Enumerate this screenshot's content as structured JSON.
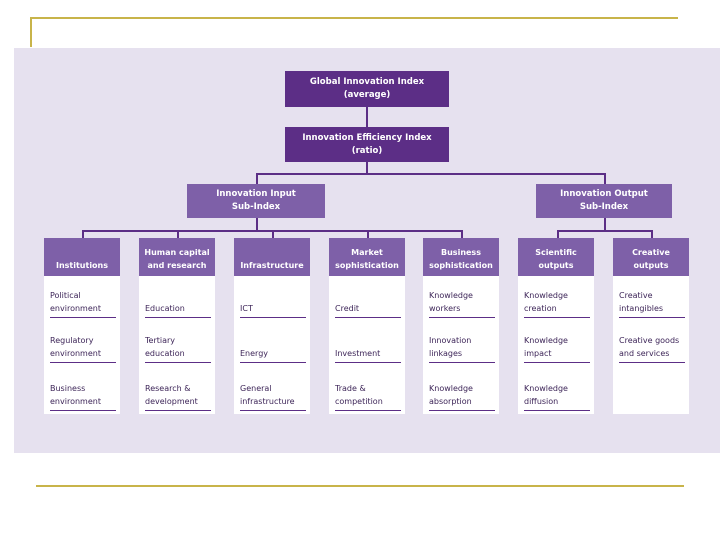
{
  "title_box": {
    "line1": "Global Innovation Index",
    "line2": "(average)"
  },
  "efficiency_box": {
    "line1": "Innovation Efficiency Index",
    "line2": "(ratio)"
  },
  "input_box": {
    "line1": "Innovation Input",
    "line2": "Sub-Index"
  },
  "output_box": {
    "line1": "Innovation Output",
    "line2": "Sub-Index"
  },
  "pillars": [
    {
      "line1": "",
      "line2": "Institutions",
      "items": [
        [
          "Political",
          "environment"
        ],
        [
          "Regulatory",
          "environment"
        ],
        [
          "Business",
          "environment"
        ]
      ]
    },
    {
      "line1": "Human capital",
      "line2": "and research",
      "items": [
        [
          "",
          "Education"
        ],
        [
          "Tertiary",
          "education"
        ],
        [
          "Research &",
          "development"
        ]
      ]
    },
    {
      "line1": "",
      "line2": "Infrastructure",
      "items": [
        [
          "",
          "ICT"
        ],
        [
          "",
          "Energy"
        ],
        [
          "General",
          "infrastructure"
        ]
      ]
    },
    {
      "line1": "Market",
      "line2": "sophistication",
      "items": [
        [
          "",
          "Credit"
        ],
        [
          "",
          "Investment"
        ],
        [
          "Trade &",
          "competition"
        ]
      ]
    },
    {
      "line1": "Business",
      "line2": "sophistication",
      "items": [
        [
          "Knowledge",
          "workers"
        ],
        [
          "Innovation",
          "linkages"
        ],
        [
          "Knowledge",
          "absorption"
        ]
      ]
    },
    {
      "line1": "Scientific",
      "line2": "outputs",
      "items": [
        [
          "Knowledge",
          "creation"
        ],
        [
          "Knowledge",
          "impact"
        ],
        [
          "Knowledge",
          "diffusion"
        ]
      ]
    },
    {
      "line1": "Creative",
      "line2": "outputs",
      "items": [
        [
          "Creative",
          "intangibles"
        ],
        [
          "Creative goods",
          "and services"
        ],
        [
          "",
          ""
        ]
      ]
    }
  ]
}
